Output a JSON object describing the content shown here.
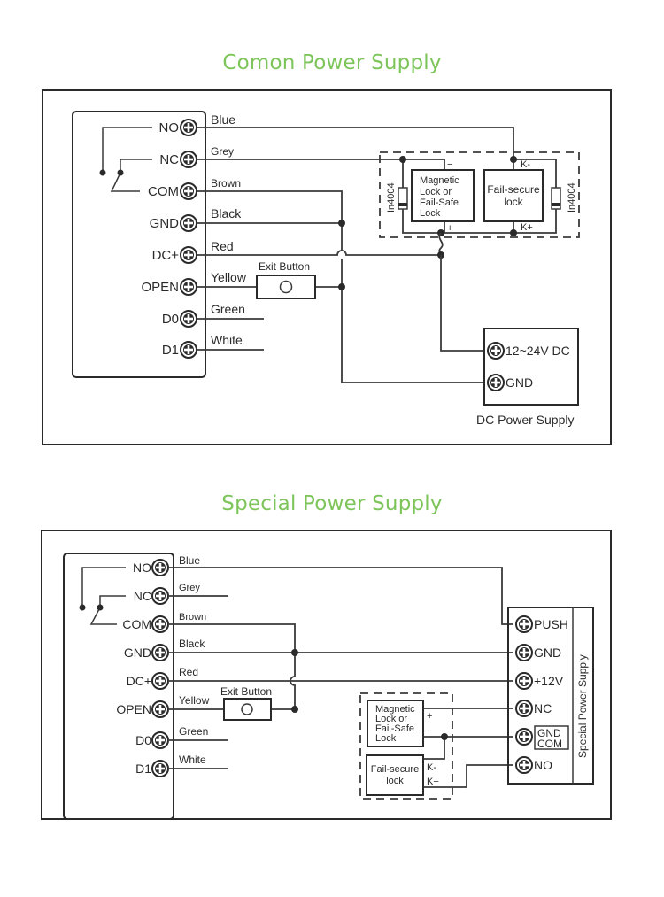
{
  "diagrams": [
    {
      "title": "Comon Power Supply",
      "controller_terminals": [
        "NO",
        "NC",
        "COM",
        "GND",
        "DC+",
        "OPEN",
        "D0",
        "D1"
      ],
      "wire_colors": [
        "Blue",
        "Grey",
        "Brown",
        "Black",
        "Red",
        "Yellow",
        "Green",
        "White"
      ],
      "exit_button": "Exit Button",
      "lock_box": {
        "magnetic_lock": [
          "Magnetic",
          "Lock or",
          "Fail-Safe",
          "Lock"
        ],
        "fail_secure_lock": [
          "Fail-secure",
          "lock"
        ],
        "diode_left": "In4004",
        "diode_right": "In4004",
        "minus": "−",
        "plus": "+",
        "k_minus": "K-",
        "k_plus": "K+"
      },
      "power_supply": {
        "name": "DC Power Supply",
        "terminals": [
          "12~24V DC",
          "GND"
        ]
      }
    },
    {
      "title": "Special Power Supply",
      "controller_terminals": [
        "NO",
        "NC",
        "COM",
        "GND",
        "DC+",
        "OPEN",
        "D0",
        "D1"
      ],
      "wire_colors": [
        "Blue",
        "Grey",
        "Brown",
        "Black",
        "Red",
        "Yellow",
        "Green",
        "White"
      ],
      "exit_button": "Exit Button",
      "lock_box": {
        "magnetic_lock": [
          "Magnetic",
          "Lock or",
          "Fail-Safe",
          "Lock"
        ],
        "fail_secure_lock": [
          "Fail-secure",
          "lock"
        ],
        "plus": "+",
        "minus": "−",
        "k_minus": "K-",
        "k_plus": "K+"
      },
      "power_supply": {
        "name": "Special Power Supply",
        "terminals": [
          "PUSH",
          "GND",
          "+12V",
          "NC",
          "GND",
          "COM",
          "NO"
        ]
      }
    }
  ]
}
